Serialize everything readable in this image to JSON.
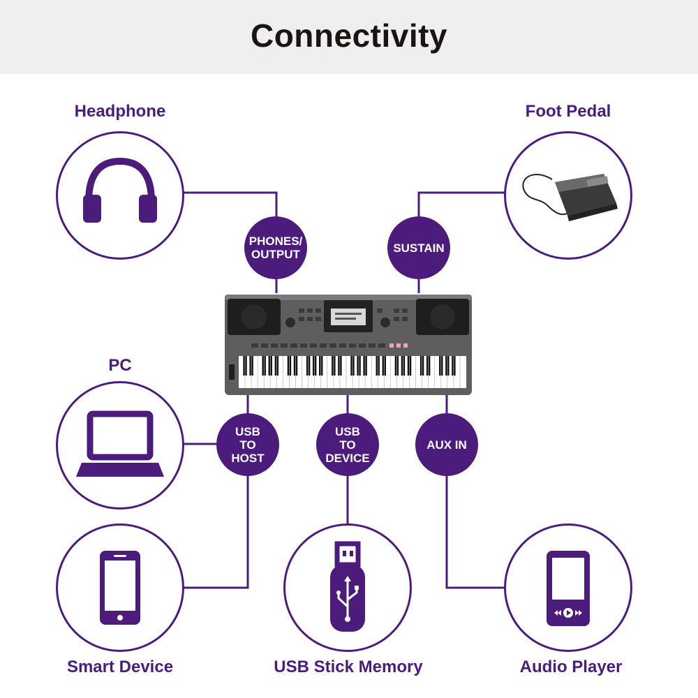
{
  "title": "Connectivity",
  "devices": {
    "headphone": "Headphone",
    "foot_pedal": "Foot Pedal",
    "pc": "PC",
    "smart_device": "Smart Device",
    "usb_stick": "USB Stick Memory",
    "audio_player": "Audio Player"
  },
  "ports": {
    "phones_output": "PHONES/\nOUTPUT",
    "sustain": "SUSTAIN",
    "usb_to_host": "USB\nTO\nHOST",
    "usb_to_device": "USB\nTO\nDEVICE",
    "aux_in": "AUX IN"
  },
  "icons": {
    "headphone": "headphone-icon",
    "foot_pedal": "foot-pedal-image",
    "pc": "laptop-icon",
    "smart_device": "smartphone-icon",
    "usb_stick": "usb-stick-icon",
    "audio_player": "audio-player-icon",
    "keyboard": "keyboard-image"
  },
  "colors": {
    "accent": "#4c1c7d",
    "header_bg": "#efefef",
    "title": "#1c1313"
  }
}
